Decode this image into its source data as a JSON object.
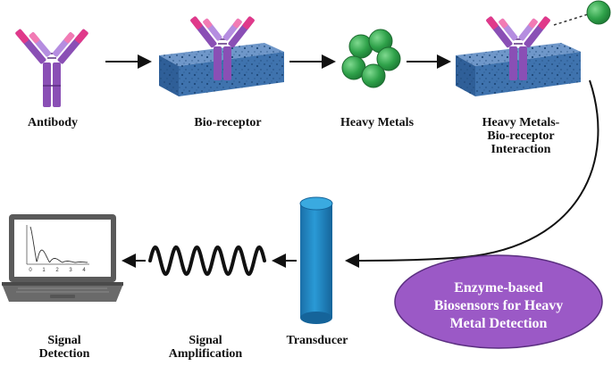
{
  "labels": {
    "antibody": "Antibody",
    "bioreceptor": "Bio-receptor",
    "heavy_metals": "Heavy Metals",
    "interaction_line1": "Heavy Metals-",
    "interaction_line2": "Bio-receptor",
    "interaction_line3": "Interaction",
    "signal_detection_line1": "Signal",
    "signal_detection_line2": "Detection",
    "signal_amplification_line1": "Signal",
    "signal_amplification_line2": "Amplification",
    "transducer": "Transducer"
  },
  "title_oval": {
    "line1": "Enzyme-based",
    "line2": "Biosensors for Heavy",
    "line3": "Metal Detection"
  },
  "screen_axis_ticks": [
    "0",
    "1",
    "2",
    "3",
    "4"
  ],
  "colors": {
    "purple": "#8a4fb5",
    "light_purple": "#b58de0",
    "pink": "#e0398a",
    "light_pink": "#f27bb4",
    "block_top": "#6f97c9",
    "block_front": "#3f73ae",
    "block_side": "#2f5f98",
    "metal_green": "#2fa24a",
    "transducer_blue": "#1f86c4",
    "oval_purple": "#9b59c6",
    "laptop_gray": "#5a5a5a"
  }
}
